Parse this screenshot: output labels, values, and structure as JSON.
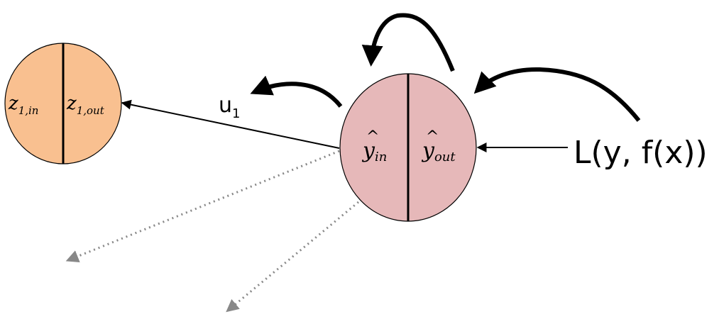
{
  "nodes": {
    "z1": {
      "left_main": "z",
      "left_sub": "1,in",
      "right_main": "z",
      "right_sub": "1,out",
      "fill_color": "#F9C090"
    },
    "y": {
      "left_main": "y",
      "left_hat": "^",
      "left_sub": "in",
      "right_main": "y",
      "right_hat": "^",
      "right_sub": "out",
      "fill_color": "#E6B8B9"
    }
  },
  "edges": {
    "weight_label_main": "u",
    "weight_label_sub": "1"
  },
  "loss": {
    "text": "L(y, f(x))"
  },
  "colors": {
    "stroke": "#000000",
    "dotted": "#888888"
  }
}
